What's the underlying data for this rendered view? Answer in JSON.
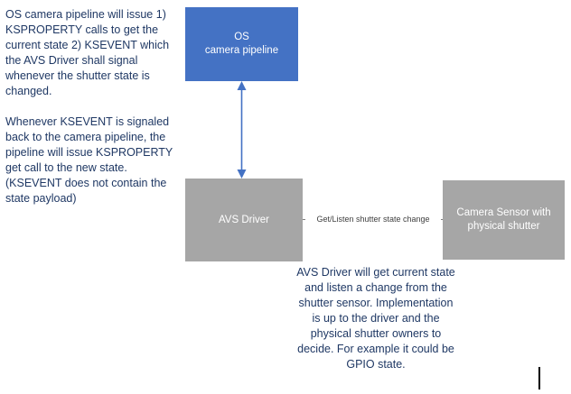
{
  "colors": {
    "box_blue": "#4472C4",
    "box_gray": "#A6A6A6",
    "note_text": "#1F3864",
    "arrow_blue": "#4472C4",
    "connector_gray": "#7f7f7f"
  },
  "notes": {
    "left": "OS camera pipeline will issue 1) KSPROPERTY calls to get the current state 2) KSEVENT which the AVS Driver shall signal whenever the shutter state is changed.\n\nWhenever KSEVENT is signaled back to the camera pipeline, the pipeline will issue KSPROPERTY get call to the new state. (KSEVENT does not contain the state payload)",
    "bottom": "AVS Driver will get current state and listen a change from the shutter sensor. Implementation is up to the driver and the physical shutter owners to decide. For example it could be GPIO state."
  },
  "boxes": {
    "os_pipeline": {
      "label": "OS\ncamera pipeline"
    },
    "avs_driver": {
      "label": "AVS Driver"
    },
    "camera_sensor": {
      "label": "Camera Sensor with\nphysical shutter"
    }
  },
  "connectors": {
    "os_to_avs": {
      "type": "double-arrow-vertical"
    },
    "avs_to_sensor": {
      "label": "Get/Listen shutter state change"
    }
  }
}
